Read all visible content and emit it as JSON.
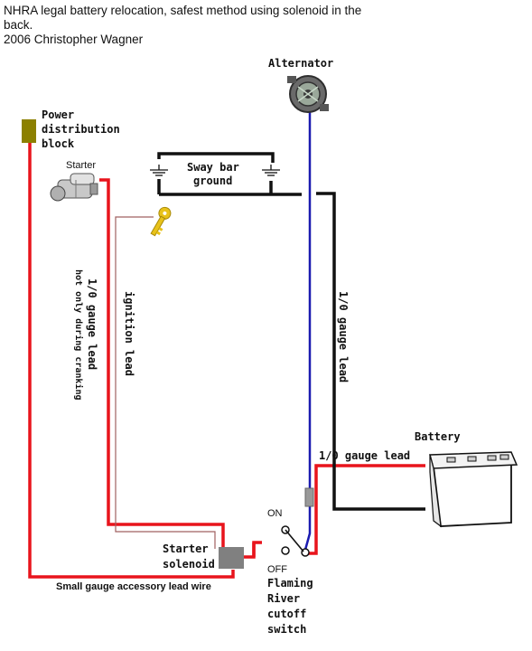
{
  "header": {
    "title": "NHRA legal battery relocation, safest method using solenoid in the back.",
    "copyright": "2006 Christopher Wagner"
  },
  "labels": {
    "alternator": "Alternator",
    "power_block_1": "Power",
    "power_block_2": "distribution",
    "power_block_3": "block",
    "starter": "Starter",
    "sway_bar_1": "Sway bar",
    "sway_bar_2": "ground",
    "lead_left_1": "1/0 gauge lead",
    "lead_left_2": "hot only during cranking",
    "ignition_lead": "ignition lead",
    "lead_right": "1/0 gauge lead",
    "battery": "Battery",
    "lead_battery": "1/0 gauge lead",
    "switch_on": "ON",
    "switch_off": "OFF",
    "solenoid_1": "Starter",
    "solenoid_2": "solenoid",
    "accessory_wire": "Small gauge accessory lead wire",
    "switch_name_1": "Flaming",
    "switch_name_2": "River",
    "switch_name_3": "cutoff",
    "switch_name_4": "switch"
  },
  "colors": {
    "power_wire": "#e8141c",
    "ground_wire": "#111111",
    "alternator_wire": "#1b1bb0",
    "ignition_wire": "#a06060",
    "power_block": "#8c8000",
    "solenoid": "#808080",
    "key": "#e8c21a"
  }
}
